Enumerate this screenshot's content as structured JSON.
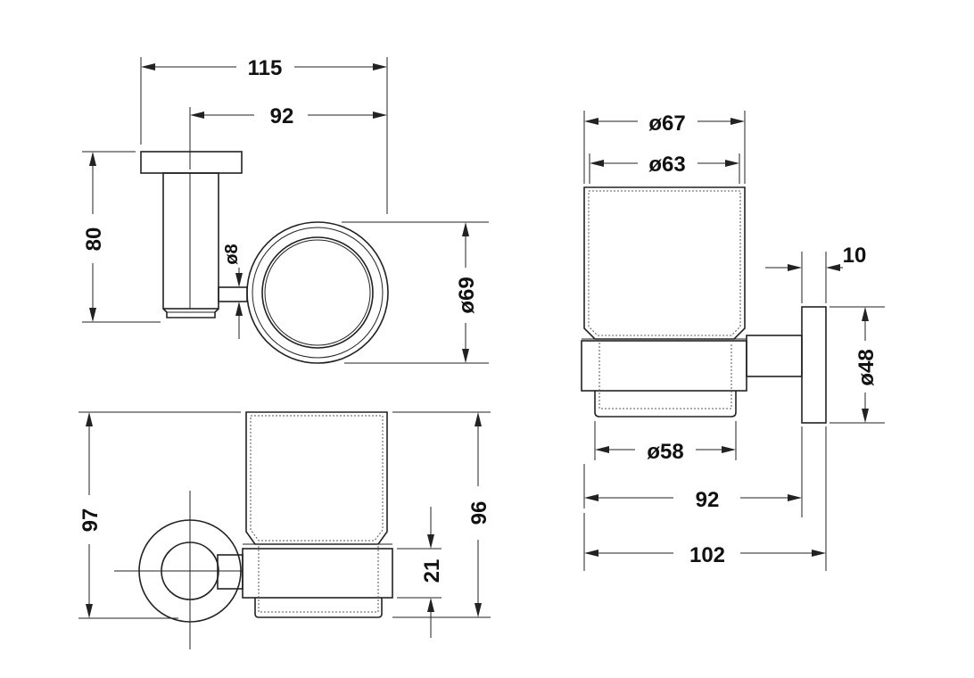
{
  "dimensions": {
    "top_left_view": {
      "overall_depth": "115",
      "holder_depth": "92",
      "height": "80",
      "rod_diameter": "ø8",
      "ring_diameter": "ø69"
    },
    "bottom_left_view": {
      "overall_height": "97",
      "glass_height": "96",
      "sleeve_height": "21"
    },
    "right_view": {
      "glass_top_outer": "ø67",
      "glass_top_inner": "ø63",
      "plate_thickness": "10",
      "plate_diameter": "ø48",
      "glass_bottom": "ø58",
      "holder_depth": "92",
      "overall_depth": "102"
    }
  }
}
